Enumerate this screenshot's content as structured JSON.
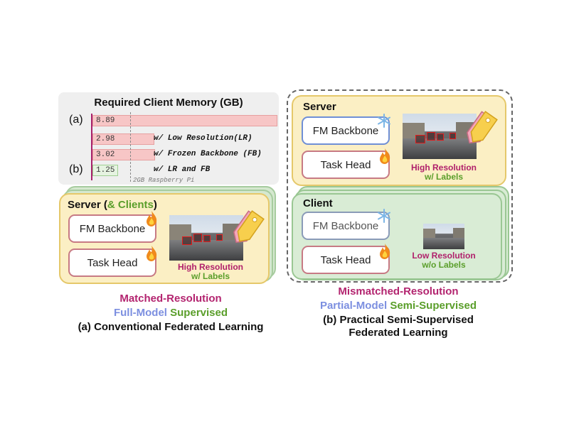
{
  "chart_data": {
    "type": "bar",
    "title": "Required Client Memory (GB)",
    "categories": [
      "(a)",
      "w/ Low Resolution(LR)",
      "w/ Frozen Backbone (FB)",
      "w/ LR and FB"
    ],
    "row_labels": [
      "(a)",
      "",
      "",
      "(b)"
    ],
    "values": [
      8.89,
      2.98,
      3.02,
      1.25
    ],
    "value_labels": [
      "8.89",
      "2.98",
      "3.02",
      "1.25"
    ],
    "reference_line": {
      "value": 2.0,
      "label": "2GB Raspberry Pi"
    }
  },
  "left": {
    "header_prefix": "Server (",
    "header_clients": "& Clients",
    "header_suffix": ")",
    "fm_backbone": "FM Backbone",
    "task_head": "Task Head",
    "res_line1": "High Resolution",
    "res_line2": "w/ Labels",
    "cap1": "Matched-Resolution",
    "cap2a": "Full-Model",
    "cap2b": "Supervised",
    "cap3": "(a) Conventional Federated Learning"
  },
  "right": {
    "server_header": "Server",
    "server_fm": "FM Backbone",
    "server_task": "Task Head",
    "server_res1": "High Resolution",
    "server_res2": "w/ Labels",
    "client_header": "Client",
    "client_fm": "FM Backbone",
    "client_task": "Task Head",
    "client_res1": "Low Resolution",
    "client_res2": "w/o Labels",
    "cap1": "Mismatched-Resolution",
    "cap2a": "Partial-Model",
    "cap2b": "Semi-Supervised",
    "cap3": "(b) Practical Semi-Supervised",
    "cap4": "Federated Learning"
  },
  "icons": {
    "fire": "fire-icon",
    "snowflake": "snowflake-icon",
    "tag": "label-tag-icon"
  },
  "colors": {
    "accent_magenta": "#b3246f",
    "accent_blue": "#7c8fe0",
    "accent_green": "#5a9e2a",
    "bar_pink": "#f7c6c6"
  }
}
